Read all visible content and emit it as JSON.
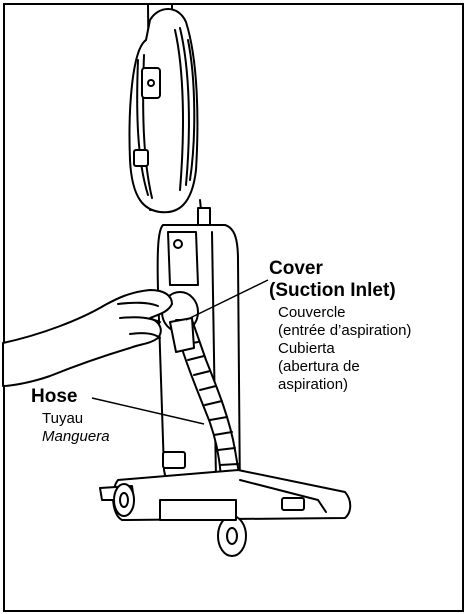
{
  "labels": {
    "cover": {
      "title_line1": "Cover",
      "title_line2": "(Suction Inlet)",
      "fr_line1": "Couvercle",
      "fr_line2": "(entrée d’aspiration)",
      "es_line1": "Cubierta",
      "es_line2": "(abertura de",
      "es_line3": "aspiration)"
    },
    "hose": {
      "title": "Hose",
      "fr": "Tuyau",
      "es": "Manguera"
    }
  },
  "colors": {
    "line": "#000000",
    "background": "#ffffff",
    "fill": "#ffffff"
  }
}
